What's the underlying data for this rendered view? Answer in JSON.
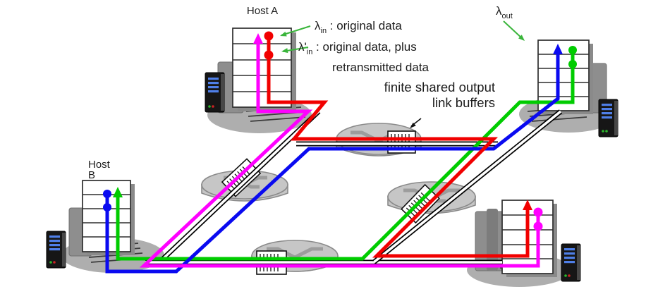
{
  "hosts": {
    "a": {
      "label": "Host A"
    },
    "b": {
      "label_line1": "Host",
      "label_line2": "B"
    }
  },
  "annotations": {
    "lambda_in": {
      "symbol": "λ",
      "subscript": "in",
      "text": " : original data"
    },
    "lambda_in_prime": {
      "symbol": "λ'",
      "subscript": "in",
      "text": " : original data, plus",
      "text_line2": "retransmitted data"
    },
    "lambda_out": {
      "symbol": "λ",
      "subscript": "out"
    },
    "buffer_note": {
      "line1": "finite shared output",
      "line2": "link buffers"
    }
  },
  "colors": {
    "flow-red": "#f10000",
    "flow-magenta": "#ff00ff",
    "flow-blue": "#0a0af0",
    "flow-green": "#00cc00",
    "annotation-green": "#3ab53b",
    "router-fill": "#c6c6c6",
    "router-edge": "#8a8a8a",
    "led-blue": "#4f7fe8"
  }
}
